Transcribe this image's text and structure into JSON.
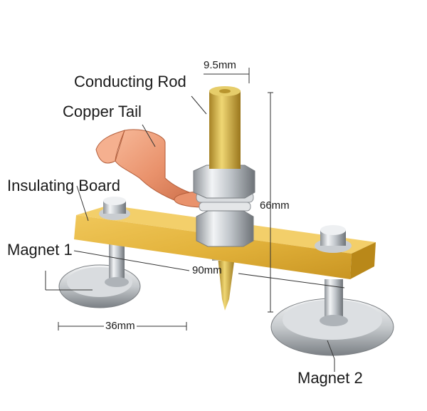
{
  "labels": {
    "conducting_rod": "Conducting Rod",
    "copper_tail": "Copper Tail",
    "insulating_board": "Insulating Board",
    "magnet_1": "Magnet 1",
    "magnet_2": "Magnet 2"
  },
  "dimensions": {
    "rod_diameter": "9.5mm",
    "height": "66mm",
    "board_length": "90mm",
    "magnet_diameter": "36mm"
  },
  "colors": {
    "board": "#e3b33c",
    "copper": "#e9926c",
    "brass": "#d7b542",
    "steel": "#c4c8cc"
  }
}
